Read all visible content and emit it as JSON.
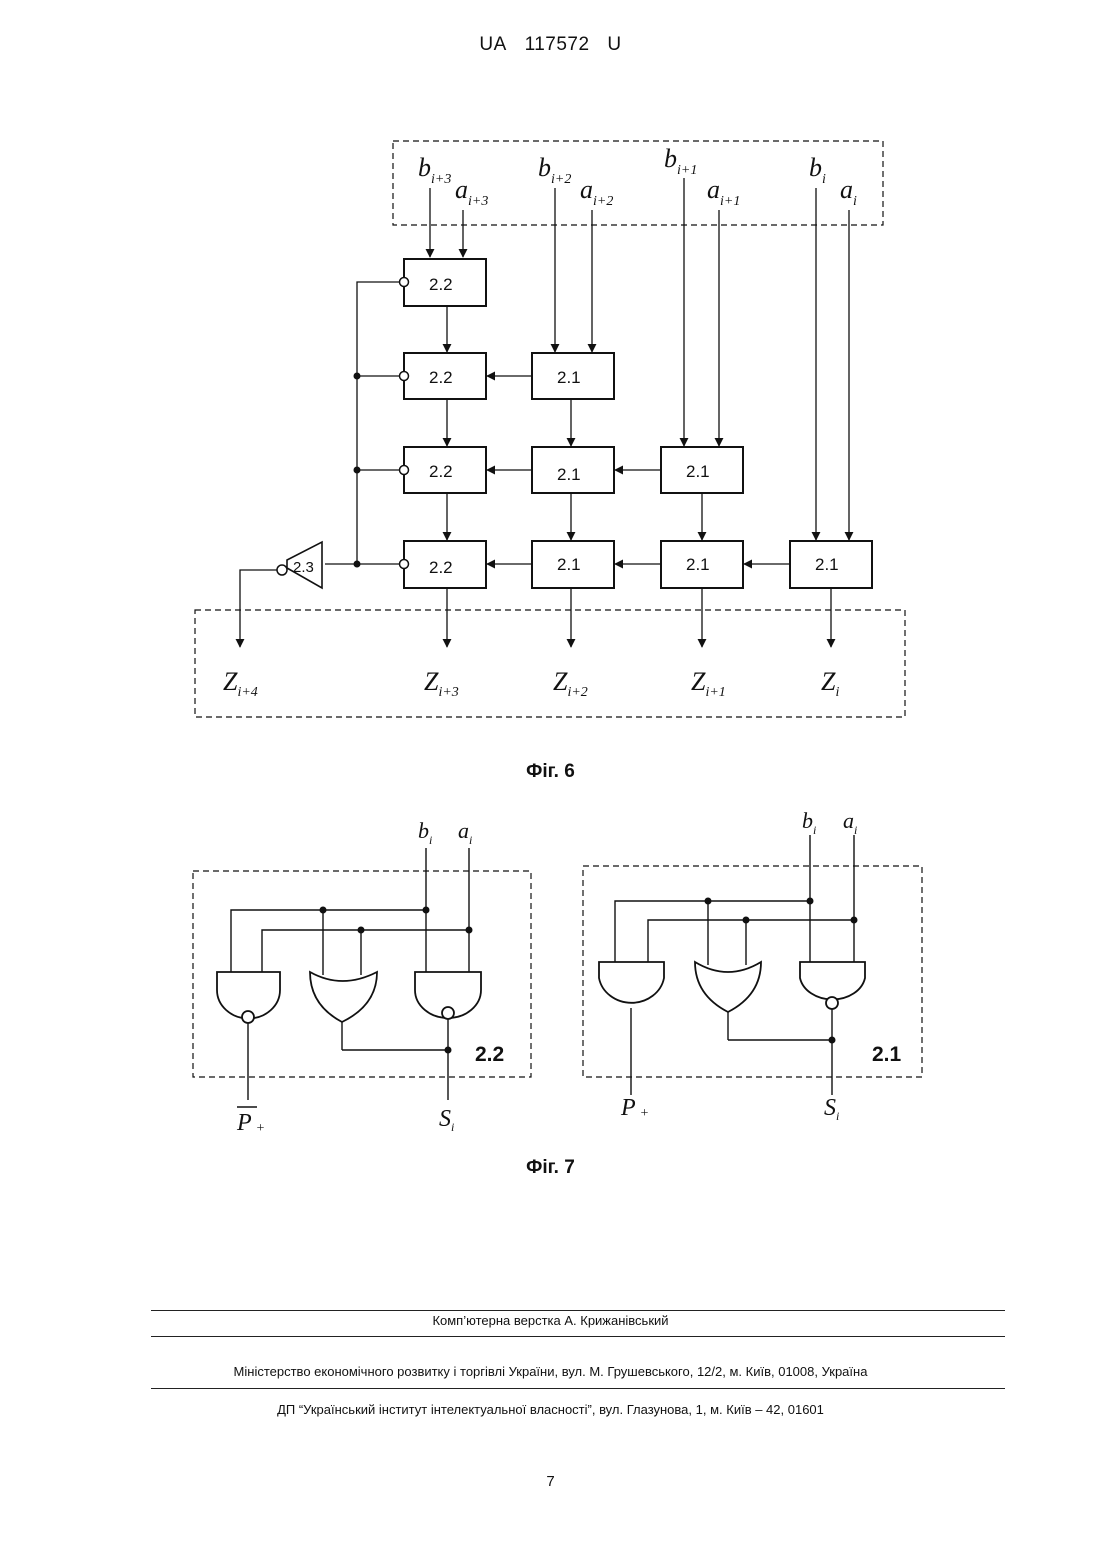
{
  "header": {
    "country": "UA",
    "number": "117572",
    "kind": "U"
  },
  "fig6": {
    "caption": "Фіг. 6",
    "inputs": [
      {
        "b": "b",
        "b_sub": "i+3",
        "a": "a",
        "a_sub": "i+3"
      },
      {
        "b": "b",
        "b_sub": "i+2",
        "a": "a",
        "a_sub": "i+2"
      },
      {
        "b": "b",
        "b_sub": "i+1",
        "a": "a",
        "a_sub": "i+1"
      },
      {
        "b": "b",
        "b_sub": "i",
        "a": "a",
        "a_sub": "i"
      }
    ],
    "blocks": {
      "b22": "2.2",
      "b21": "2.1",
      "b23": "2.3"
    },
    "outputs": [
      {
        "z": "Z",
        "sub": "i+4"
      },
      {
        "z": "Z",
        "sub": "i+3"
      },
      {
        "z": "Z",
        "sub": "i+2"
      },
      {
        "z": "Z",
        "sub": "i+1"
      },
      {
        "z": "Z",
        "sub": "i"
      }
    ]
  },
  "fig7": {
    "caption": "Фіг. 7",
    "left": {
      "label": "2.2",
      "b": "b",
      "b_sub": "i",
      "a": "a",
      "a_sub": "i",
      "p": "P",
      "p_sub": "+",
      "s": "S",
      "s_sub": "i"
    },
    "right": {
      "label": "2.1",
      "b": "b",
      "b_sub": "i",
      "a": "a",
      "a_sub": "i",
      "p": "P",
      "p_sub": "+",
      "s": "S",
      "s_sub": "i"
    }
  },
  "footer": {
    "layout": "Комп’ютерна верстка А. Крижанівський",
    "ministry": "Міністерство економічного розвитку і торгівлі України, вул. М. Грушевського, 12/2, м. Київ, 01008, Україна",
    "institute": "ДП “Український інститут інтелектуальної власності”, вул. Глазунова, 1, м. Київ – 42, 01601",
    "page": "7"
  }
}
